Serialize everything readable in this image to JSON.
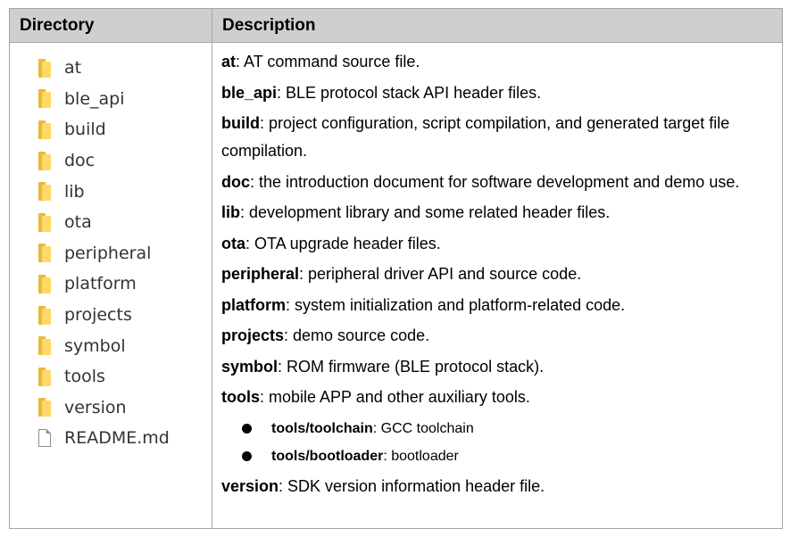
{
  "headers": {
    "directory": "Directory",
    "description": "Description"
  },
  "tree": [
    {
      "name": "at",
      "icon": "folder-icon"
    },
    {
      "name": "ble_api",
      "icon": "folder-icon"
    },
    {
      "name": "build",
      "icon": "folder-icon"
    },
    {
      "name": "doc",
      "icon": "folder-icon"
    },
    {
      "name": "lib",
      "icon": "folder-icon"
    },
    {
      "name": "ota",
      "icon": "folder-icon"
    },
    {
      "name": "peripheral",
      "icon": "folder-icon"
    },
    {
      "name": "platform",
      "icon": "folder-icon"
    },
    {
      "name": "projects",
      "icon": "folder-icon"
    },
    {
      "name": "symbol",
      "icon": "folder-icon"
    },
    {
      "name": "tools",
      "icon": "folder-icon"
    },
    {
      "name": "version",
      "icon": "folder-icon"
    },
    {
      "name": "README.md",
      "icon": "file-icon"
    }
  ],
  "descriptions": [
    {
      "term": "at",
      "text": ": AT command source file."
    },
    {
      "term": "ble_api",
      "text": ": BLE protocol stack API header files."
    },
    {
      "term": "build",
      "text": ": project configuration, script compilation, and generated target file compilation."
    },
    {
      "term": "doc",
      "text": ": the introduction document for software development and demo use."
    },
    {
      "term": "lib",
      "text": ": development library and some related header files."
    },
    {
      "term": "ota",
      "text": ": OTA upgrade header files."
    },
    {
      "term": "peripheral",
      "text": ": peripheral driver API and source code."
    },
    {
      "term": "platform",
      "text": ": system initialization and platform-related code."
    },
    {
      "term": "projects",
      "text": ": demo source code."
    },
    {
      "term": "symbol",
      "text": ": ROM firmware (BLE protocol stack)."
    },
    {
      "term": "tools",
      "text": ": mobile APP and other auxiliary tools."
    }
  ],
  "tools_sub": [
    {
      "term": "tools/toolchain",
      "text": ": GCC toolchain"
    },
    {
      "term": "tools/bootloader",
      "text": ": bootloader"
    }
  ],
  "version_desc": {
    "term": "version",
    "text": ": SDK version information header file."
  }
}
